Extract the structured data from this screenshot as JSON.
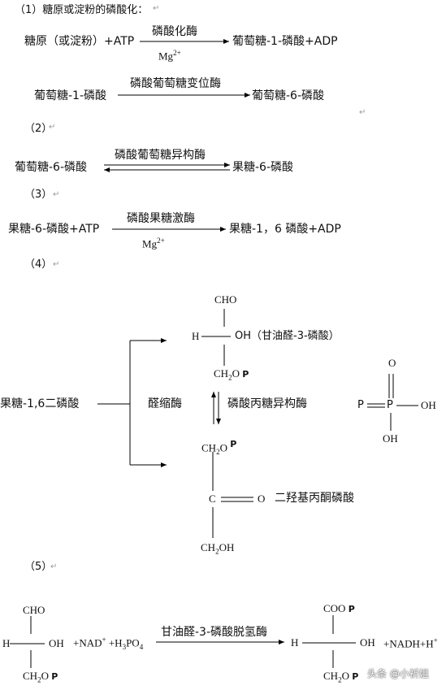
{
  "sec1": {
    "header": "（1）糖原或淀粉的磷酸化：",
    "r1": {
      "left": "糖原（或淀粉）+ATP",
      "enzyme": "磷酸化酶",
      "cond": "Mg",
      "cond_sup": "2+",
      "right": "葡萄糖-1-磷酸+ADP"
    },
    "r2": {
      "left": "葡萄糖-1-磷酸",
      "enzyme": "磷酸葡萄糖变位酶",
      "right": "葡萄糖-6-磷酸"
    }
  },
  "sec2": {
    "header": "（2）",
    "r": {
      "left": "葡萄糖-6-磷酸",
      "enzyme": "磷酸葡萄糖异构酶",
      "right": "果糖-6-磷酸"
    }
  },
  "sec3": {
    "header": "（3）",
    "r": {
      "left": "果糖-6-磷酸+ATP",
      "enzyme": "磷酸果糖激酶",
      "cond": "Mg",
      "cond_sup": "2+",
      "right": "果糖-1，6 磷酸+ADP"
    }
  },
  "sec4": {
    "header": "（4）",
    "source": "果糖-1,6二磷酸",
    "enzyme": "醛缩酶",
    "isomerase": "磷酸丙糖异构酶",
    "top": {
      "cho": "CHO",
      "h": "H",
      "oh": "OH（甘油醛-3-磷酸）",
      "ch2o": "CH",
      "ch2o_sub": "2",
      "ch2o_o": "O",
      "p": "P"
    },
    "bot": {
      "ch2o": "CH",
      "ch2o_sub": "2",
      "ch2o_o": "O",
      "p": "P",
      "c": "C",
      "o": "O",
      "name": "二羟基丙酮磷酸",
      "ch2oh": "CH",
      "ch2oh_sub": "2",
      "ch2oh_oh": "OH"
    },
    "phos": {
      "p1": "P",
      "p2": "P",
      "oh1": "OH",
      "oh2": "OH",
      "o": "O"
    }
  },
  "sec5": {
    "header": "（5）",
    "left": {
      "cho": "CHO",
      "h": "H",
      "oh": "OH",
      "ch2o": "CH",
      "ch2o_sub": "2",
      "ch2o_o": "O",
      "p": "P"
    },
    "plus1": "+NAD",
    "nad_sup": "+",
    "plus2": "+H",
    "h3_sub": "3",
    "po": "PO",
    "po_sub": "4",
    "enzyme": "甘油醛-3-磷酸脱氢酶",
    "right": {
      "coo": "COO",
      "p1": "P",
      "h": "H",
      "oh": "OH",
      "nadh": "+NADH+H",
      "nadh_sup": "+",
      "ch2o": "CH",
      "ch2o_sub": "2",
      "ch2o_o": "O",
      "p2": "P"
    }
  },
  "watermark": "头条 @小祈姐",
  "para_mark": "↵"
}
